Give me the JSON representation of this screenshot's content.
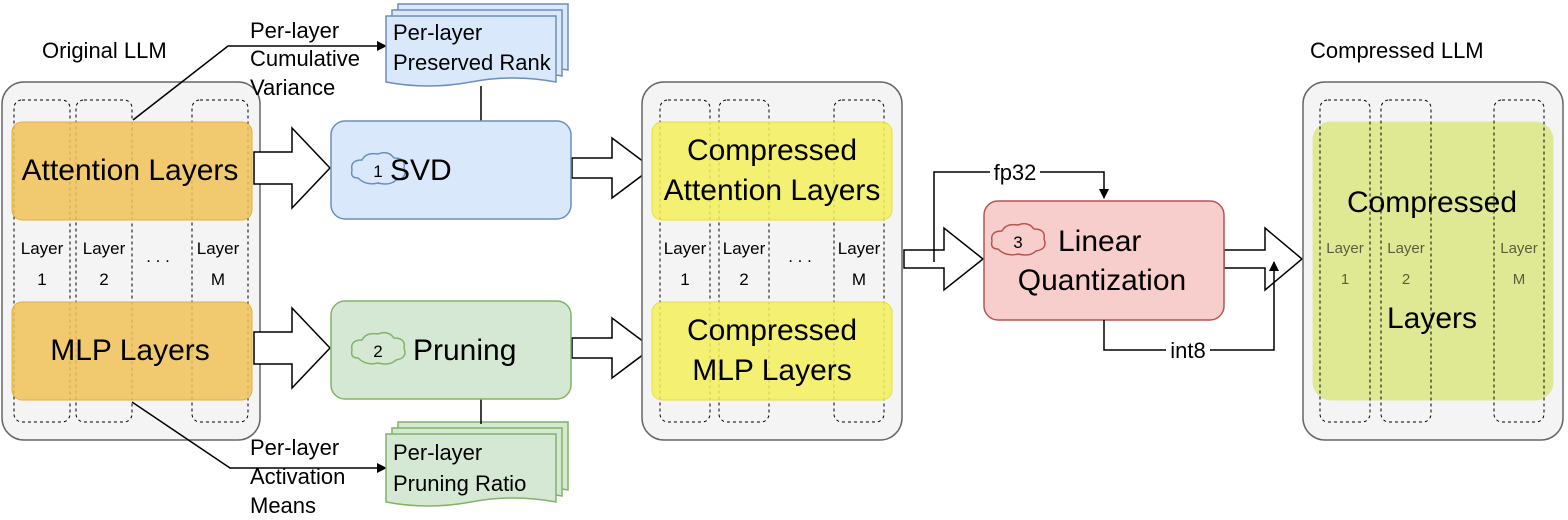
{
  "original_llm": {
    "title": "Original LLM",
    "attention_label": "Attention Layers",
    "mlp_label": "MLP Layers",
    "layers": [
      {
        "top": "Layer",
        "bottom": "1"
      },
      {
        "top": "Layer",
        "bottom": "2"
      },
      {
        "top": "Layer",
        "bottom": "M"
      }
    ],
    "ellipsis": ". . ."
  },
  "annotations": {
    "variance": [
      "Per-layer",
      "Cumulative",
      "Variance"
    ],
    "activation": [
      "Per-layer",
      "Activation",
      "Means"
    ]
  },
  "docs": {
    "preserved_rank": [
      "Per-layer",
      "Preserved Rank"
    ],
    "pruning_ratio": [
      "Per-layer",
      "Pruning Ratio"
    ]
  },
  "steps": {
    "svd": {
      "number": "1",
      "label": "SVD"
    },
    "pruning": {
      "number": "2",
      "label": "Pruning"
    },
    "quantization": {
      "number": "3",
      "label_lines": [
        "Linear",
        "Quantization"
      ]
    }
  },
  "compressed_mid": {
    "attention_lines": [
      "Compressed",
      "Attention Layers"
    ],
    "mlp_lines": [
      "Compressed",
      "MLP Layers"
    ],
    "layers": [
      {
        "top": "Layer",
        "bottom": "1"
      },
      {
        "top": "Layer",
        "bottom": "2"
      },
      {
        "top": "Layer",
        "bottom": "M"
      }
    ],
    "ellipsis": ". . ."
  },
  "quant_edges": {
    "fp32": "fp32",
    "int8": "int8"
  },
  "compressed_llm": {
    "title": "Compressed  LLM",
    "lines": [
      "Compressed",
      "Layers"
    ],
    "layers": [
      {
        "top": "Layer",
        "bottom": "1"
      },
      {
        "top": "Layer",
        "bottom": "2"
      },
      {
        "top": "Layer",
        "bottom": "M"
      }
    ]
  },
  "colors": {
    "orange": "#f0c257",
    "blue_fill": "#dae8fc",
    "blue_stroke": "#6c8ebf",
    "green_fill": "#d5e8d4",
    "green_stroke": "#82b366",
    "red_fill": "#f8cecc",
    "red_stroke": "#b85450",
    "yellow": "#f2ef5a",
    "panel": "#f4f4f4"
  }
}
